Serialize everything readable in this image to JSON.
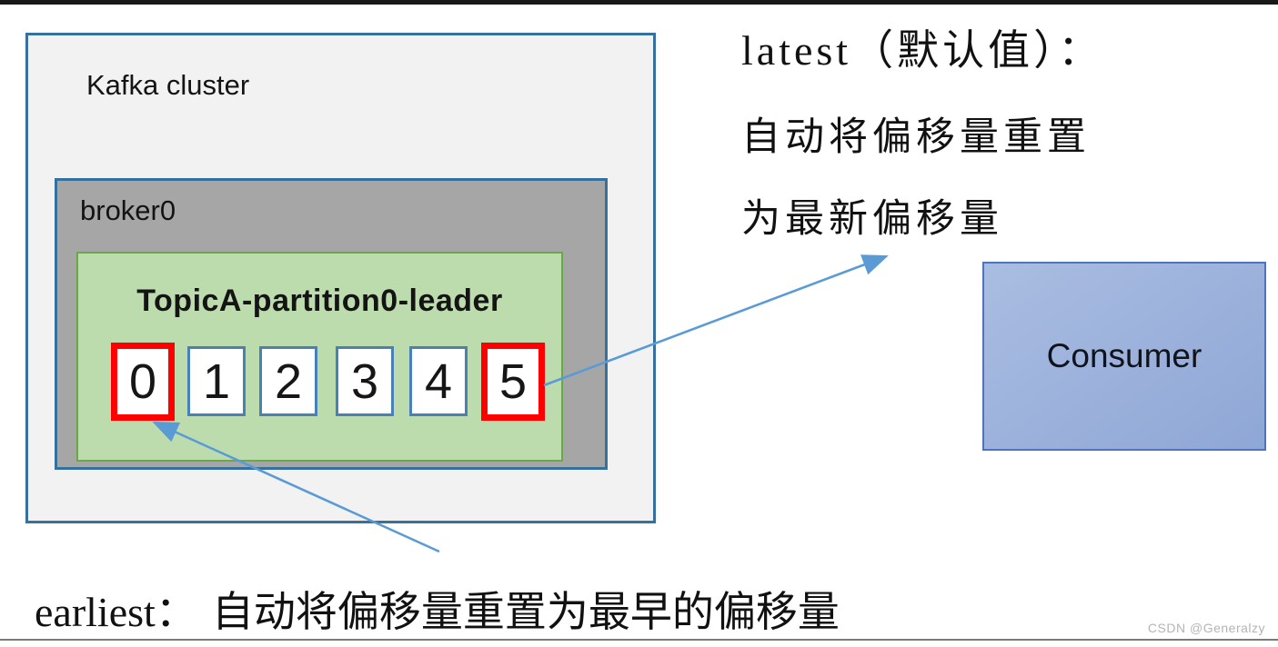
{
  "palette": {
    "box_border_blue": "#36719e",
    "cell_border_blue": "#4a80b8",
    "highlight_red": "#ff0000",
    "topic_green_fill": "#bddcae",
    "topic_green_border": "#68a94e",
    "broker_gray_fill": "#a6a6a6",
    "cluster_fill": "#f2f2f3",
    "consumer_blue_fill": "#9bb1db",
    "consumer_blue_border": "#4e74bf",
    "arrow": "#5b9bd5",
    "watermark_gray": "#b4b4b4"
  },
  "cluster": {
    "label": "Kafka cluster",
    "broker": {
      "label": "broker0",
      "topic": {
        "title": "TopicA-partition0-leader",
        "cells": [
          {
            "value": "0",
            "highlight": true
          },
          {
            "value": "1",
            "highlight": false
          },
          {
            "value": "2",
            "highlight": false
          },
          {
            "value": "3",
            "highlight": false
          },
          {
            "value": "4",
            "highlight": false
          },
          {
            "value": "5",
            "highlight": true
          }
        ]
      }
    }
  },
  "consumer": {
    "label": "Consumer"
  },
  "annotations": {
    "latest": {
      "line1": "latest（默认值）：",
      "line2": "自动将偏移量重置",
      "line3": "为最新偏移量"
    },
    "earliest": {
      "label": "earliest：",
      "text": "自动将偏移量重置为最早的偏移量"
    }
  },
  "watermark": "CSDN @Generalzy"
}
